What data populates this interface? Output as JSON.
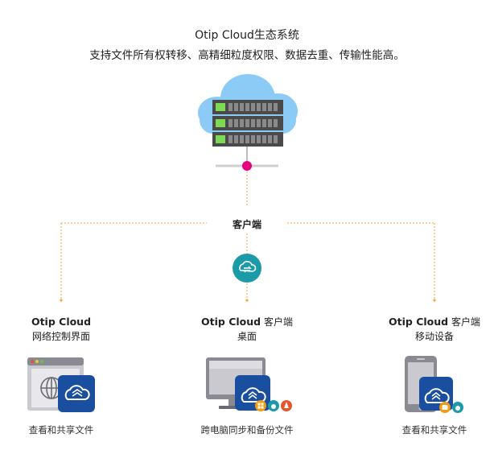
{
  "header": {
    "title": "Otip Cloud生态系统",
    "subtitle": "支持文件所有权转移、高精细粒度权限、数据去重、传输性能高。"
  },
  "hub": {
    "label": "客户端"
  },
  "colors": {
    "accent_line": "#f0a93a",
    "pink_node": "#e6007e",
    "sync_circle": "#1b9aa8",
    "app_blue": "#1a4fa0",
    "cloud": "#8ccbf5",
    "screen_gray": "#c9c9cf"
  },
  "columns": [
    {
      "name_bold": "Otip Cloud",
      "name_rest": "",
      "line2": "网络控制界面",
      "caption": "查看和共享文件",
      "icon": "browser-icon"
    },
    {
      "name_bold": "Otip Cloud",
      "name_rest": " 客户端",
      "line2": "桌面",
      "caption": "跨电脑同步和备份文件",
      "icon": "desktop-monitor-icon"
    },
    {
      "name_bold": "Otip Cloud",
      "name_rest": " 客户端",
      "line2": "移动设备",
      "caption": "查看和共享文件",
      "icon": "mobile-phone-icon"
    }
  ]
}
